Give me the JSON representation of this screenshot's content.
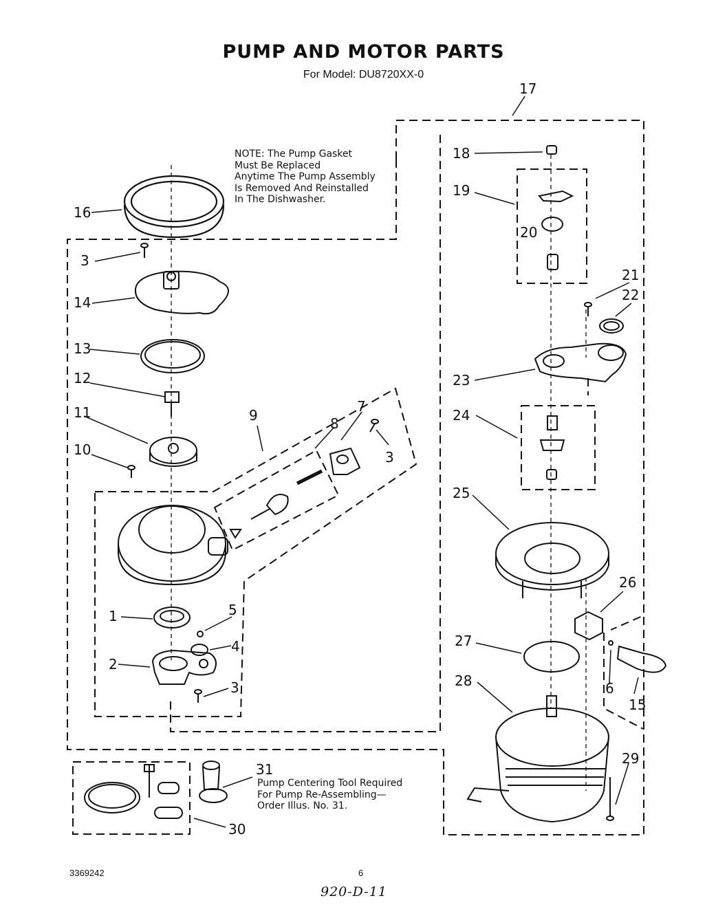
{
  "page": {
    "title": "PUMP AND MOTOR PARTS",
    "subtitle": "For Model: DU8720XX-0",
    "note_lines": [
      "NOTE: The Pump Gasket",
      "Must Be Replaced",
      "Anytime The Pump Assembly",
      "Is Removed And Reinstalled",
      "In The Dishwasher."
    ],
    "tool_note_lines": [
      "Pump Centering Tool Required",
      "For Pump Re-Assembling—",
      "Order Illus. No. 31."
    ],
    "doc_number": "3369242",
    "page_number": "6",
    "handwritten": "920-D-11"
  },
  "callouts": [
    {
      "id": "c1",
      "label": "1"
    },
    {
      "id": "c2",
      "label": "2"
    },
    {
      "id": "c3a",
      "label": "3"
    },
    {
      "id": "c3b",
      "label": "3"
    },
    {
      "id": "c3c",
      "label": "3"
    },
    {
      "id": "c4",
      "label": "4"
    },
    {
      "id": "c5",
      "label": "5"
    },
    {
      "id": "c6",
      "label": "6"
    },
    {
      "id": "c7",
      "label": "7"
    },
    {
      "id": "c8",
      "label": "8"
    },
    {
      "id": "c9",
      "label": "9"
    },
    {
      "id": "c10",
      "label": "10"
    },
    {
      "id": "c11",
      "label": "11"
    },
    {
      "id": "c12",
      "label": "12"
    },
    {
      "id": "c13",
      "label": "13"
    },
    {
      "id": "c14",
      "label": "14"
    },
    {
      "id": "c15",
      "label": "15"
    },
    {
      "id": "c16",
      "label": "16"
    },
    {
      "id": "c17",
      "label": "17"
    },
    {
      "id": "c18",
      "label": "18"
    },
    {
      "id": "c19",
      "label": "19"
    },
    {
      "id": "c20",
      "label": "20"
    },
    {
      "id": "c21",
      "label": "21"
    },
    {
      "id": "c22",
      "label": "22"
    },
    {
      "id": "c23",
      "label": "23"
    },
    {
      "id": "c24",
      "label": "24"
    },
    {
      "id": "c25",
      "label": "25"
    },
    {
      "id": "c26",
      "label": "26"
    },
    {
      "id": "c27",
      "label": "27"
    },
    {
      "id": "c28",
      "label": "28"
    },
    {
      "id": "c29",
      "label": "29"
    },
    {
      "id": "c30",
      "label": "30"
    },
    {
      "id": "c31",
      "label": "31"
    }
  ]
}
